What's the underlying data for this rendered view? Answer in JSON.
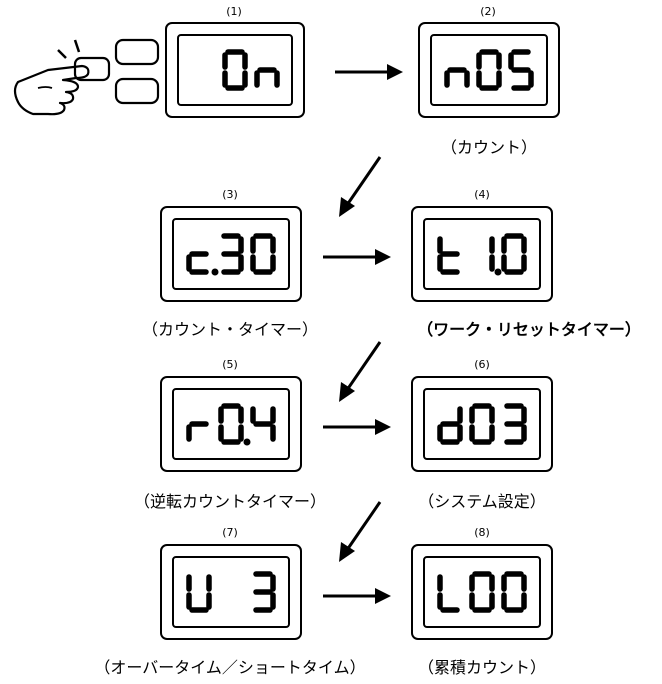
{
  "panels": [
    {
      "id": "1",
      "number": "(1)",
      "display": "On",
      "caption": ""
    },
    {
      "id": "2",
      "number": "(2)",
      "display": "n05",
      "caption": "（カウント）"
    },
    {
      "id": "3",
      "number": "(3)",
      "display": "c.30",
      "caption": "（カウント・タイマー）"
    },
    {
      "id": "4",
      "number": "(4)",
      "display": "t 1.0",
      "caption": "（ワーク・リセットタイマー）"
    },
    {
      "id": "5",
      "number": "(5)",
      "display": "r0.4",
      "caption": "（逆転カウントタイマー）"
    },
    {
      "id": "6",
      "number": "(6)",
      "display": "d03",
      "caption": "（システム設定）"
    },
    {
      "id": "7",
      "number": "(7)",
      "display": "U 3",
      "caption": "（オーバータイム／ショートタイム）"
    },
    {
      "id": "8",
      "number": "(8)",
      "display": "L00",
      "caption": "（累積カウント）"
    }
  ],
  "icons": {
    "hand": "pointing-hand-icon",
    "buttons": "push-button-icon",
    "arrow_right": "arrow-right-icon",
    "arrow_diag": "arrow-down-left-icon"
  }
}
